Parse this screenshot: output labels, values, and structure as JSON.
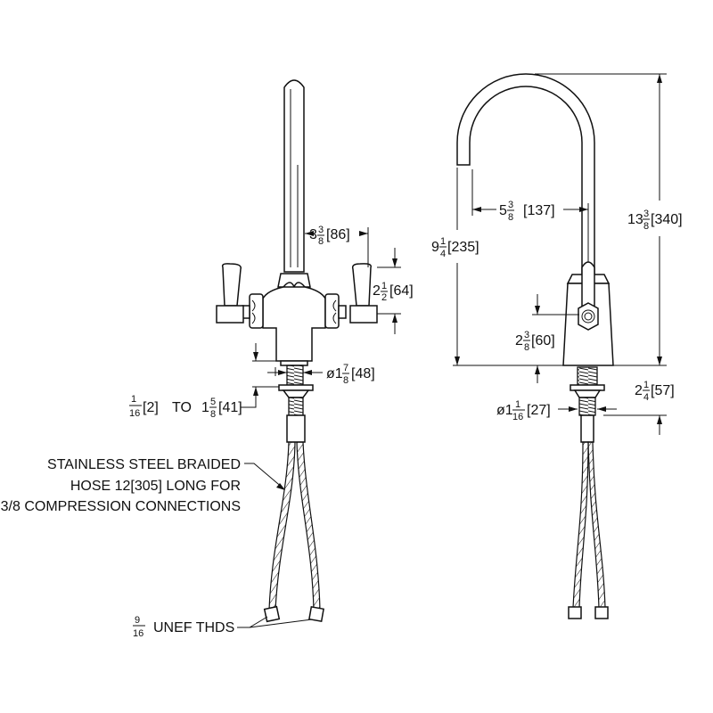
{
  "left_view": {
    "spout_reach": {
      "whole": "3",
      "num": "3",
      "den": "8",
      "metric": "[86]"
    },
    "handle_height": {
      "whole": "2",
      "num": "1",
      "den": "2",
      "metric": "[64]"
    },
    "base_diameter": {
      "prefix": "ø1",
      "num": "7",
      "den": "8",
      "metric": " [48]"
    },
    "deck_range": {
      "num": "1",
      "den": "16",
      "metric": "[2]",
      "to": "TO",
      "whole2": "1",
      "num2": "5",
      "den2": "8",
      "metric2": "[41]"
    },
    "hose_note": [
      "STAINLESS STEEL BRAIDED",
      "HOSE 12[305] LONG FOR",
      "3/8 COMPRESSION CONNECTIONS"
    ],
    "thread_note": {
      "num": "9",
      "den": "16",
      "text": "UNEF THDS"
    }
  },
  "right_view": {
    "spout_reach": {
      "whole": "5",
      "num": "3",
      "den": "8",
      "metric": "[137]"
    },
    "spout_height": {
      "whole": "9",
      "num": "1",
      "den": "4",
      "metric": "[235]"
    },
    "overall_height": {
      "whole": "13",
      "num": "3",
      "den": "8",
      "metric": "[340]"
    },
    "handle_center": {
      "whole": "2",
      "num": "3",
      "den": "8",
      "metric": "[60]"
    },
    "shank_length": {
      "whole": "2",
      "num": "1",
      "den": "4",
      "metric": "[57]"
    },
    "shank_diameter": {
      "prefix": "ø1",
      "num": "1",
      "den": "16",
      "metric": "[27]"
    }
  }
}
